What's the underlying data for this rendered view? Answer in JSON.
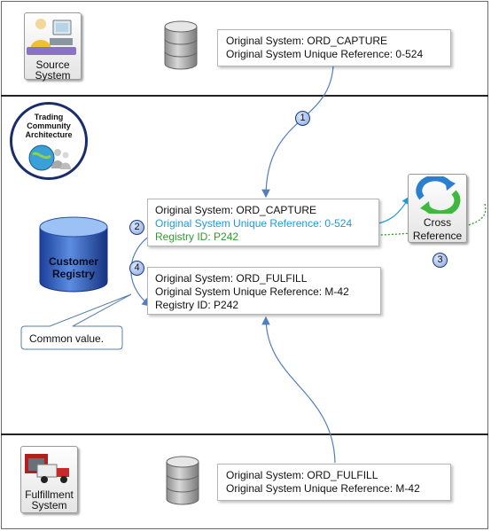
{
  "source_system": {
    "label_line1": "Source",
    "label_line2": "System"
  },
  "fulfillment_system": {
    "label_line1": "Fulfillment",
    "label_line2": "System"
  },
  "tca": {
    "line1": "Trading",
    "line2": "Community",
    "line3": "Architecture"
  },
  "customer_registry": {
    "line1": "Customer",
    "line2": "Registry"
  },
  "cross_reference": {
    "line1": "Cross",
    "line2": "Reference"
  },
  "top_box": {
    "line1": "Original System: ORD_CAPTURE",
    "line2": "Original System Unique  Reference:  0-524"
  },
  "bottom_box": {
    "line1": "Original System: ORD_FULFILL",
    "line2": "Original System Unique  Reference:  M-42"
  },
  "registry_capture": {
    "line1": "Original System: ORD_CAPTURE",
    "line2": "Original System Unique  Reference:  0-524",
    "line3": "Registry ID:  P242"
  },
  "registry_fulfill": {
    "line1": "Original System: ORD_FULFILL",
    "line2": "Original System Unique  Reference:  M-42",
    "line3": "Registry ID:  P242"
  },
  "steps": [
    "1",
    "2",
    "3",
    "4"
  ],
  "callout": "Common value.",
  "colors": {
    "accent_blue": "#1e9ad6",
    "registry_green": "#2e9a2e",
    "arrow_blue": "#4f7fbf",
    "registry_cylinder": "#1b3f9a"
  }
}
